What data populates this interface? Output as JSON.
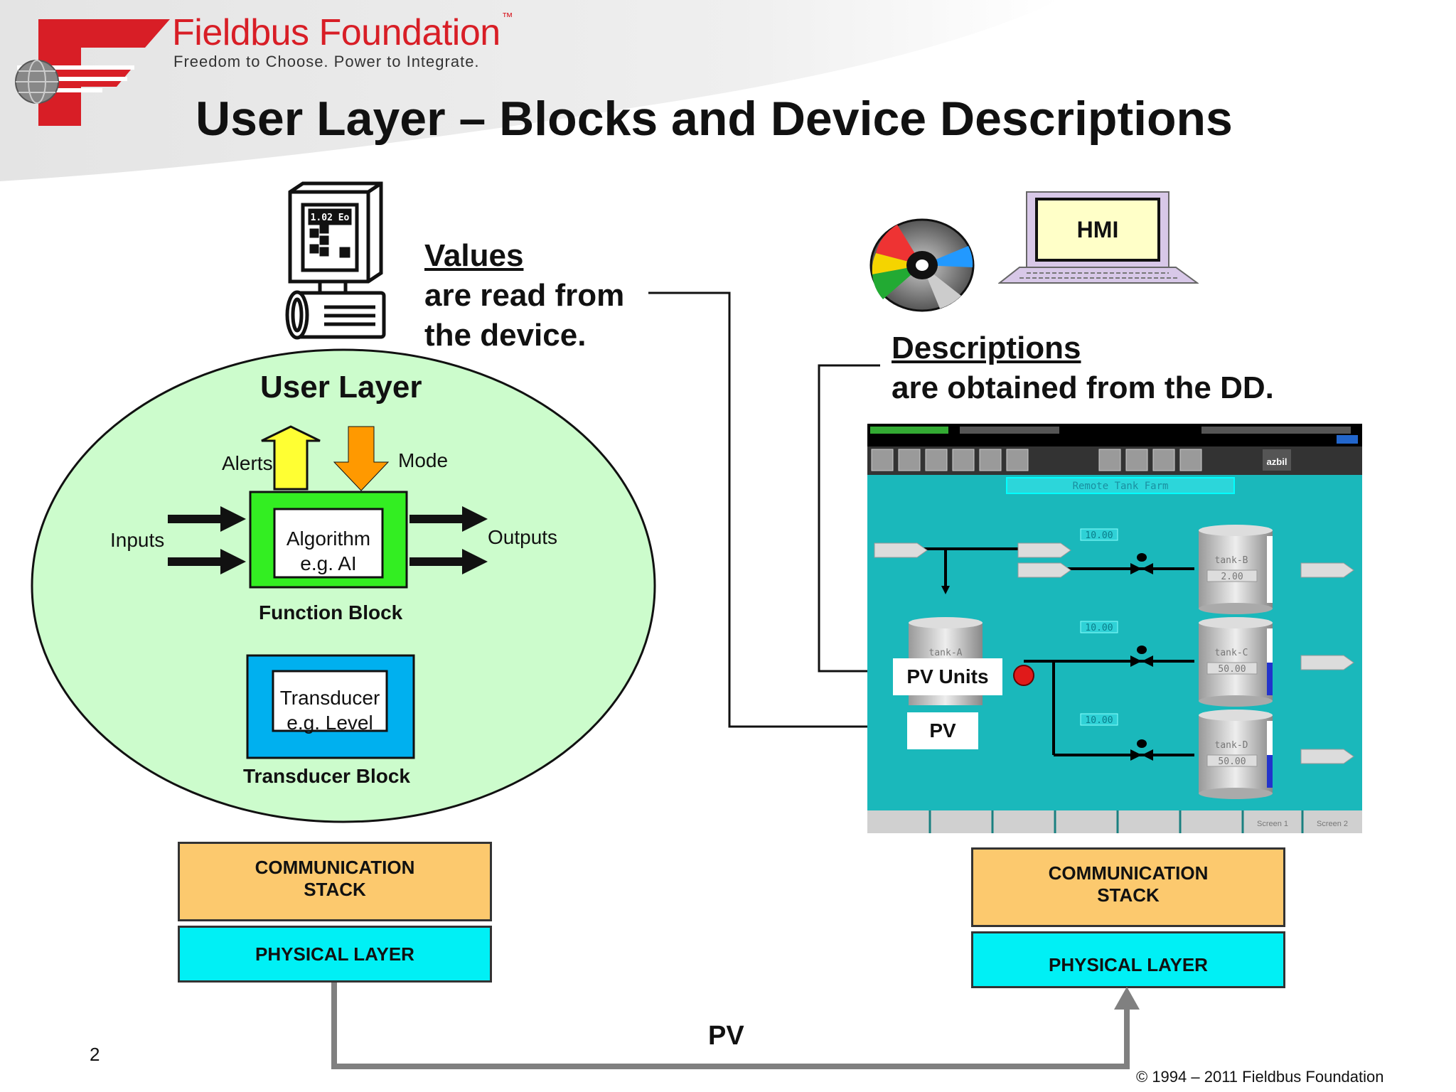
{
  "header": {
    "brand_name": "Fieldbus Foundation",
    "brand_tm": "™",
    "tagline": "Freedom to Choose. Power to Integrate.",
    "title": "User Layer – Blocks and Device Descriptions"
  },
  "device_note": {
    "heading": "Values",
    "line1": "are read from",
    "line2": "the device."
  },
  "device_display": "1.02 Eo",
  "dd_note": {
    "heading": "Descriptions",
    "line1": "are obtained from the DD."
  },
  "hmi_label": "HMI",
  "user_layer": {
    "title": "User Layer",
    "alerts": "Alerts",
    "mode": "Mode",
    "inputs": "Inputs",
    "outputs": "Outputs",
    "function_block_inner_1": "Algorithm",
    "function_block_inner_2": "e.g. AI",
    "function_block_label": "Function Block",
    "transducer_inner_1": "Transducer",
    "transducer_inner_2": "e.g. Level",
    "transducer_label": "Transducer Block"
  },
  "hmi_screen": {
    "panel_title": "Remote Tank Farm",
    "brand": "azbil",
    "flow_values": [
      "10.00",
      "10.00",
      "10.00"
    ],
    "tanks": [
      {
        "name": "tank-A",
        "value": ""
      },
      {
        "name": "tank-B",
        "value": "2.00"
      },
      {
        "name": "tank-C",
        "value": "50.00"
      },
      {
        "name": "tank-D",
        "value": "50.00"
      }
    ],
    "tab_labels": [
      "Screen 1",
      "Screen 2"
    ]
  },
  "tags": {
    "pv_units": "PV Units",
    "pv": "PV"
  },
  "stack_left": {
    "comm_1": "COMMUNICATION",
    "comm_2": "STACK",
    "physical": "PHYSICAL LAYER"
  },
  "stack_right": {
    "comm_1": "COMMUNICATION",
    "comm_2": "STACK",
    "physical": "PHYSICAL LAYER"
  },
  "bottom_link": "PV",
  "footer": {
    "page_number": "2",
    "copyright": "© 1994 – 2011 Fieldbus Foundation"
  },
  "colors": {
    "brand_red": "#d81e26",
    "ellipse_fill": "#ccfccc",
    "function_block": "#33ee22",
    "transducer_block": "#00b0ef",
    "alerts_arrow": "#ffff33",
    "mode_arrow": "#ff9900",
    "comm_stack": "#fcc96e",
    "physical_layer": "#00f0f5",
    "hmi_screen_bg": "#1ab8bb",
    "link_gray": "#808080"
  }
}
